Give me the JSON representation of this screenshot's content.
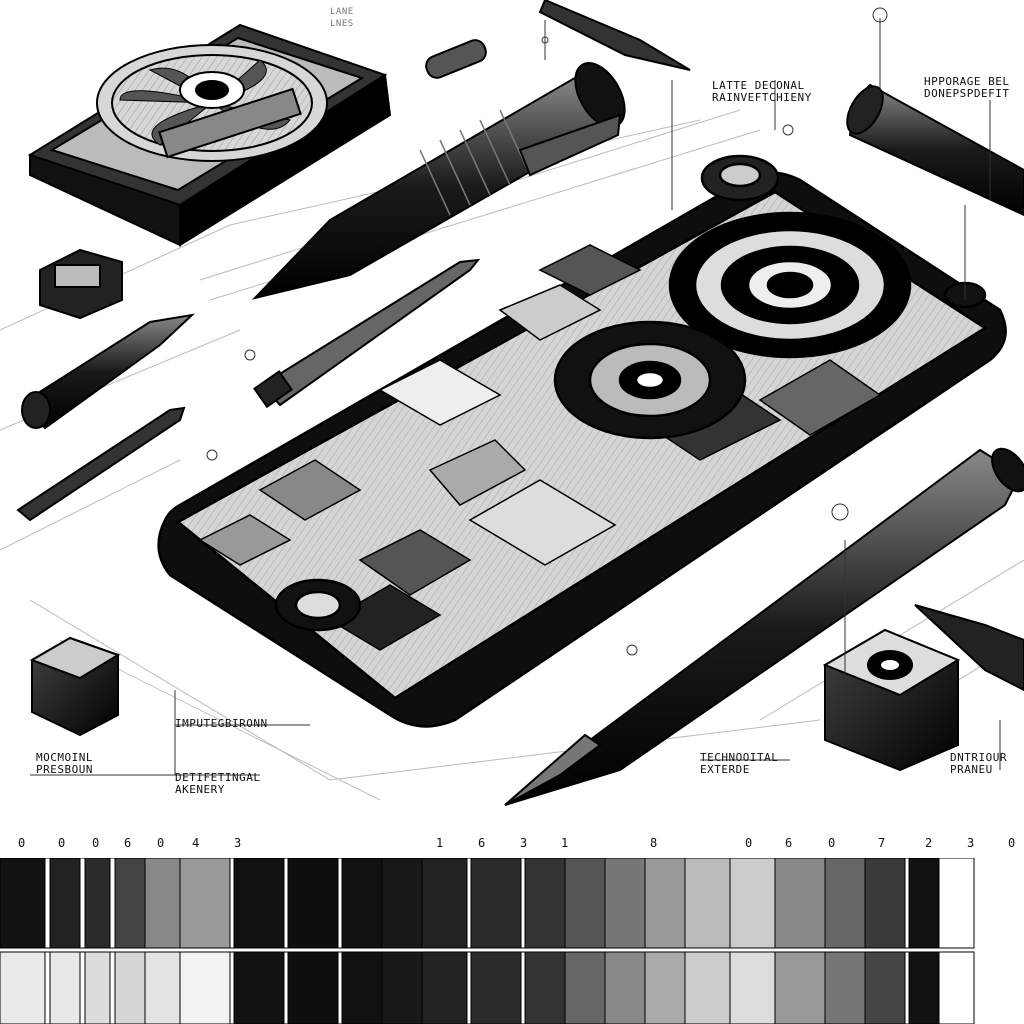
{
  "labels": {
    "top_small": "LANE\nLNES",
    "header_left": "LATTE DECONAL\nRAINVEFTCHIENY",
    "header_right": "HPPORAGE BEL\nDONEPSPDEFIT",
    "mid": "IMPUTEGBIRONN",
    "left_low": "MOCMOINL\nPRESBOUN",
    "under_mid": "DETIFETINGAL\nAKENERY",
    "right_low": "TECHNOOITAL\nEXTERDE",
    "far_right": "DNTRIOUR\nPRANEU"
  },
  "scale_numbers": [
    "0",
    "0",
    "0",
    "6",
    "0",
    "4",
    "3",
    "1",
    "6",
    "3",
    "1",
    "8",
    "0",
    "6",
    "0",
    "7",
    "2",
    "3",
    "0"
  ],
  "colors": {
    "ink": "#111111",
    "paper": "#ffffff",
    "swatch_top": [
      "#111",
      "#fff",
      "#222",
      "#fff",
      "#2b2b2b",
      "#fff",
      "#444",
      "#888",
      "#999",
      "#fff",
      "#111",
      "#fff",
      "#0e0e0e",
      "#fff",
      "#101010",
      "#181818",
      "#222",
      "#fff",
      "#2a2a2a",
      "#fff",
      "#333",
      "#555",
      "#777",
      "#999",
      "#bbb",
      "#ccc",
      "#888",
      "#666",
      "#3a3a3a",
      "#fff",
      "#111",
      "#fff"
    ],
    "swatch_bottom": [
      "#eaeaea",
      "#fff",
      "#e8e8e8",
      "#fff",
      "#dcdcdc",
      "#fff",
      "#d6d6d6",
      "#e4e4e4",
      "#f2f2f2",
      "#fff",
      "#111",
      "#fff",
      "#0e0e0e",
      "#fff",
      "#101010",
      "#181818",
      "#222",
      "#fff",
      "#2a2a2a",
      "#fff",
      "#333",
      "#666",
      "#888",
      "#aaa",
      "#ccc",
      "#ddd",
      "#999",
      "#777",
      "#444",
      "#fff",
      "#111",
      "#fff"
    ]
  }
}
